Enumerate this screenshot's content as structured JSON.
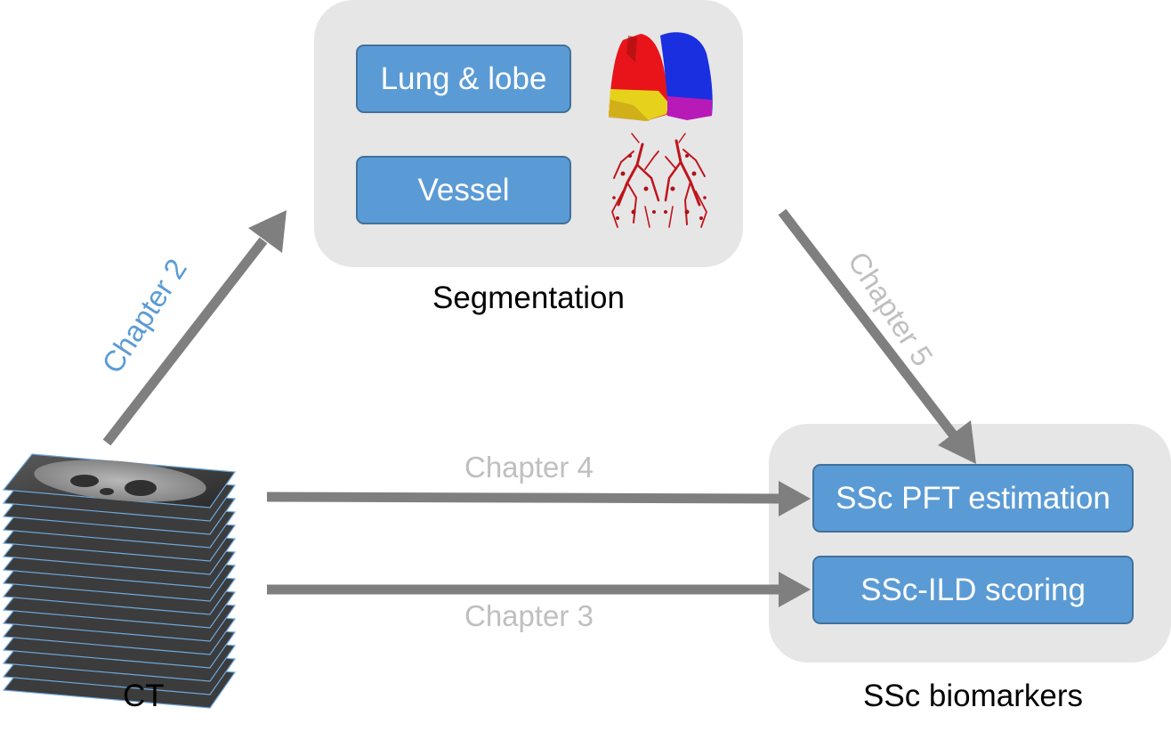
{
  "segmentation": {
    "caption": "Segmentation",
    "lung_label": "Lung & lobe",
    "vessel_label": "Vessel"
  },
  "ct": {
    "caption": "CT"
  },
  "biomarkers": {
    "caption": "SSc biomarkers",
    "pft_label": "SSc PFT estimation",
    "ild_label": "SSc-ILD scoring"
  },
  "chapters": {
    "ch2": "Chapter 2",
    "ch3": "Chapter 3",
    "ch4": "Chapter 4",
    "ch5": "Chapter 5"
  },
  "colors": {
    "panel": "#e6e6e6",
    "box_fill": "#5b9bd5",
    "box_border": "#41719c",
    "arrow": "#7f7f7f",
    "chapter_blue": "#5b9bd5",
    "chapter_gray": "#bfbfbf"
  },
  "icons": [
    "lung-lobe-render-icon",
    "vessel-tree-render-icon",
    "ct-slice-stack-icon"
  ]
}
